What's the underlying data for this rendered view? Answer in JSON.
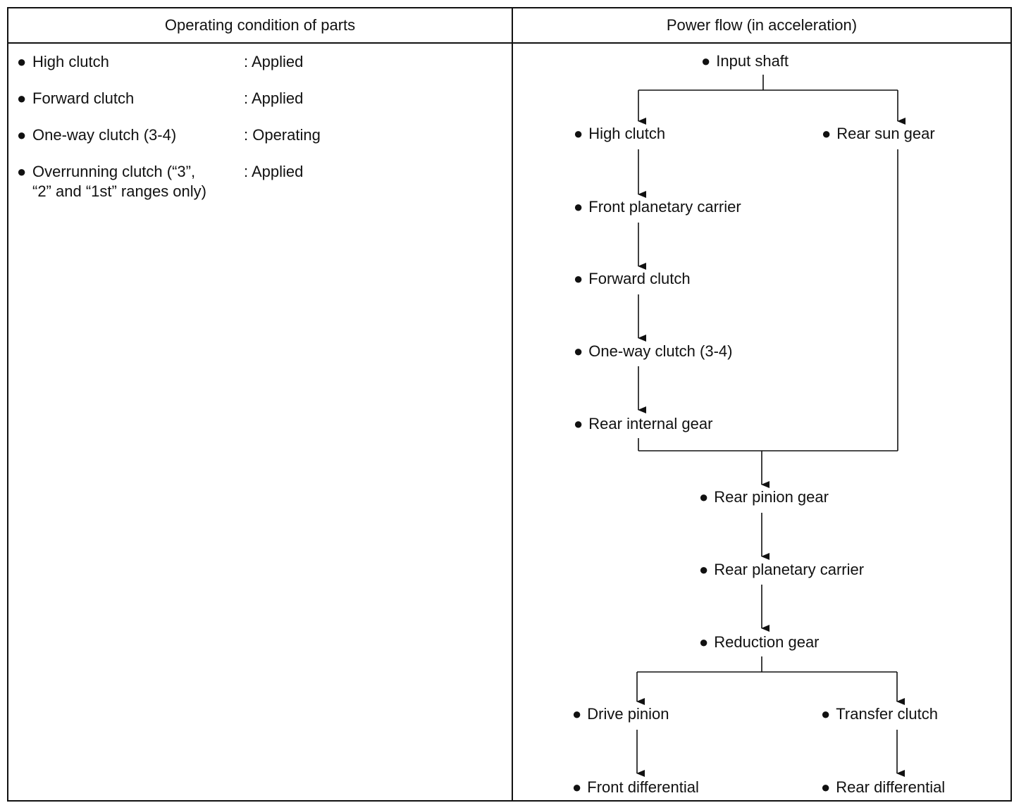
{
  "headers": {
    "left": "Operating condition of parts",
    "right": "Power flow (in acceleration)"
  },
  "bullet": "●",
  "conditions": [
    {
      "part": "High clutch",
      "status": ": Applied"
    },
    {
      "part": "Forward clutch",
      "status": ": Applied"
    },
    {
      "part": "One-way clutch (3-4)",
      "status": ": Operating"
    },
    {
      "part_line1": "Overrunning clutch  (“3”,",
      "part_line2": "“2” and “1st” ranges only)",
      "status": ": Applied"
    }
  ],
  "flow": {
    "input_shaft": "Input shaft",
    "high_clutch": "High clutch",
    "rear_sun_gear": "Rear sun gear",
    "front_planetary_carrier": "Front planetary carrier",
    "forward_clutch": "Forward clutch",
    "one_way_clutch": "One-way clutch (3-4)",
    "rear_internal_gear": "Rear internal gear",
    "rear_pinion_gear": "Rear pinion gear",
    "rear_planetary_carrier": "Rear planetary carrier",
    "reduction_gear": "Reduction gear",
    "drive_pinion": "Drive pinion",
    "transfer_clutch": "Transfer clutch",
    "front_differential": "Front differential",
    "rear_differential": "Rear differential"
  }
}
